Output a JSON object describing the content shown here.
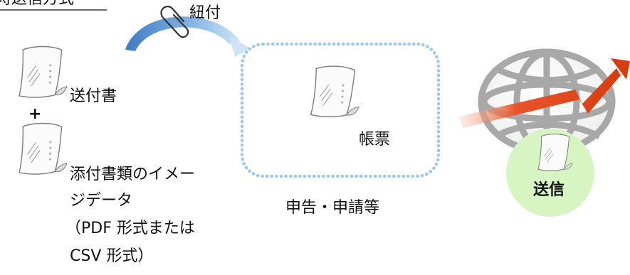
{
  "heading": "時送信方式",
  "clip_label": "紐付",
  "cover_letter_label": "送付書",
  "plus_sign": "+",
  "attachment_label": {
    "line1": "添付書類のイメー",
    "line2": "ジデータ",
    "line3": "（PDF 形式または",
    "line4": "CSV 形式）"
  },
  "form_label": "帳票",
  "filing_label": "申告・申請等",
  "send_label": "送信",
  "icons": {
    "paper_clip": "paperclip-icon",
    "document": "document-icon",
    "globe": "globe-icon"
  },
  "colors": {
    "dotted_border": "#9dc8ee",
    "curved_arrow": "#4f88c6",
    "send_circle": "#d6f5c2",
    "send_arrow": "#e04a1c",
    "globe": "#a9a9a9"
  }
}
